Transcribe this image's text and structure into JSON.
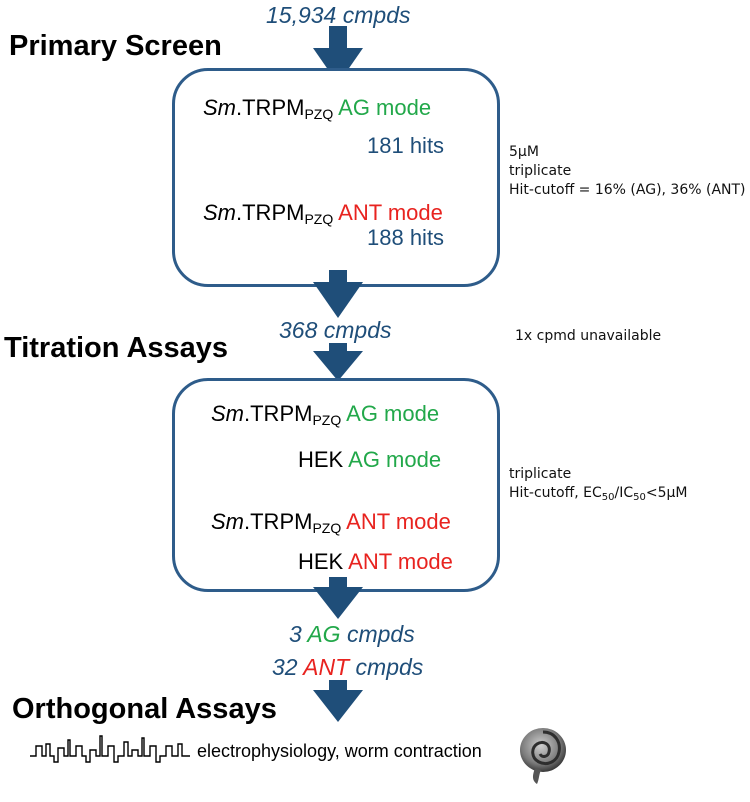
{
  "colors": {
    "arrow": "#1f4e79",
    "box_border": "#2e5c8a",
    "agonist": "#22a84a",
    "antagonist": "#e8231f",
    "count_text": "#1f4e79"
  },
  "counts": {
    "input": "15,934 cmpds",
    "after_primary": "368 cmpds",
    "after_titration_ag_num": "3",
    "after_titration_ag_word": "AG",
    "after_titration_ag_suffix": "cmpds",
    "after_titration_ant_num": "32",
    "after_titration_ant_word": "ANT",
    "after_titration_ant_suffix": "cmpds"
  },
  "stages": {
    "primary": {
      "title": "Primary Screen",
      "assays": [
        {
          "prefix": "Sm",
          "target": ".TRPM",
          "subscript": "PZQ",
          "mode": "AG mode",
          "hits": "181 hits"
        },
        {
          "prefix": "Sm",
          "target": ".TRPM",
          "subscript": "PZQ",
          "mode": "ANT mode",
          "hits": "188 hits"
        }
      ],
      "notes": [
        "5µM",
        "triplicate",
        "Hit-cutoff = 16% (AG), 36% (ANT)"
      ]
    },
    "titration": {
      "title": "Titration Assays",
      "side_note": "1x cpmd unavailable",
      "assays": [
        {
          "prefix": "Sm",
          "target": ".TRPM",
          "subscript": "PZQ",
          "mode": "AG mode"
        },
        {
          "target": "HEK",
          "mode": "AG mode"
        },
        {
          "prefix": "Sm",
          "target": ".TRPM",
          "subscript": "PZQ",
          "mode": "ANT mode"
        },
        {
          "target": "HEK",
          "mode": "ANT mode"
        }
      ],
      "notes": {
        "line1": "triplicate",
        "line2_prefix": "Hit-cutoff, EC",
        "line2_sub1": "50",
        "line2_mid": "/IC",
        "line2_sub2": "50",
        "line2_suffix": "<5µM"
      }
    },
    "orthogonal": {
      "title": "Orthogonal Assays",
      "description": "electrophysiology, worm contraction",
      "icons": [
        "ion-channel-trace-icon",
        "coiled-worm-icon"
      ]
    }
  }
}
